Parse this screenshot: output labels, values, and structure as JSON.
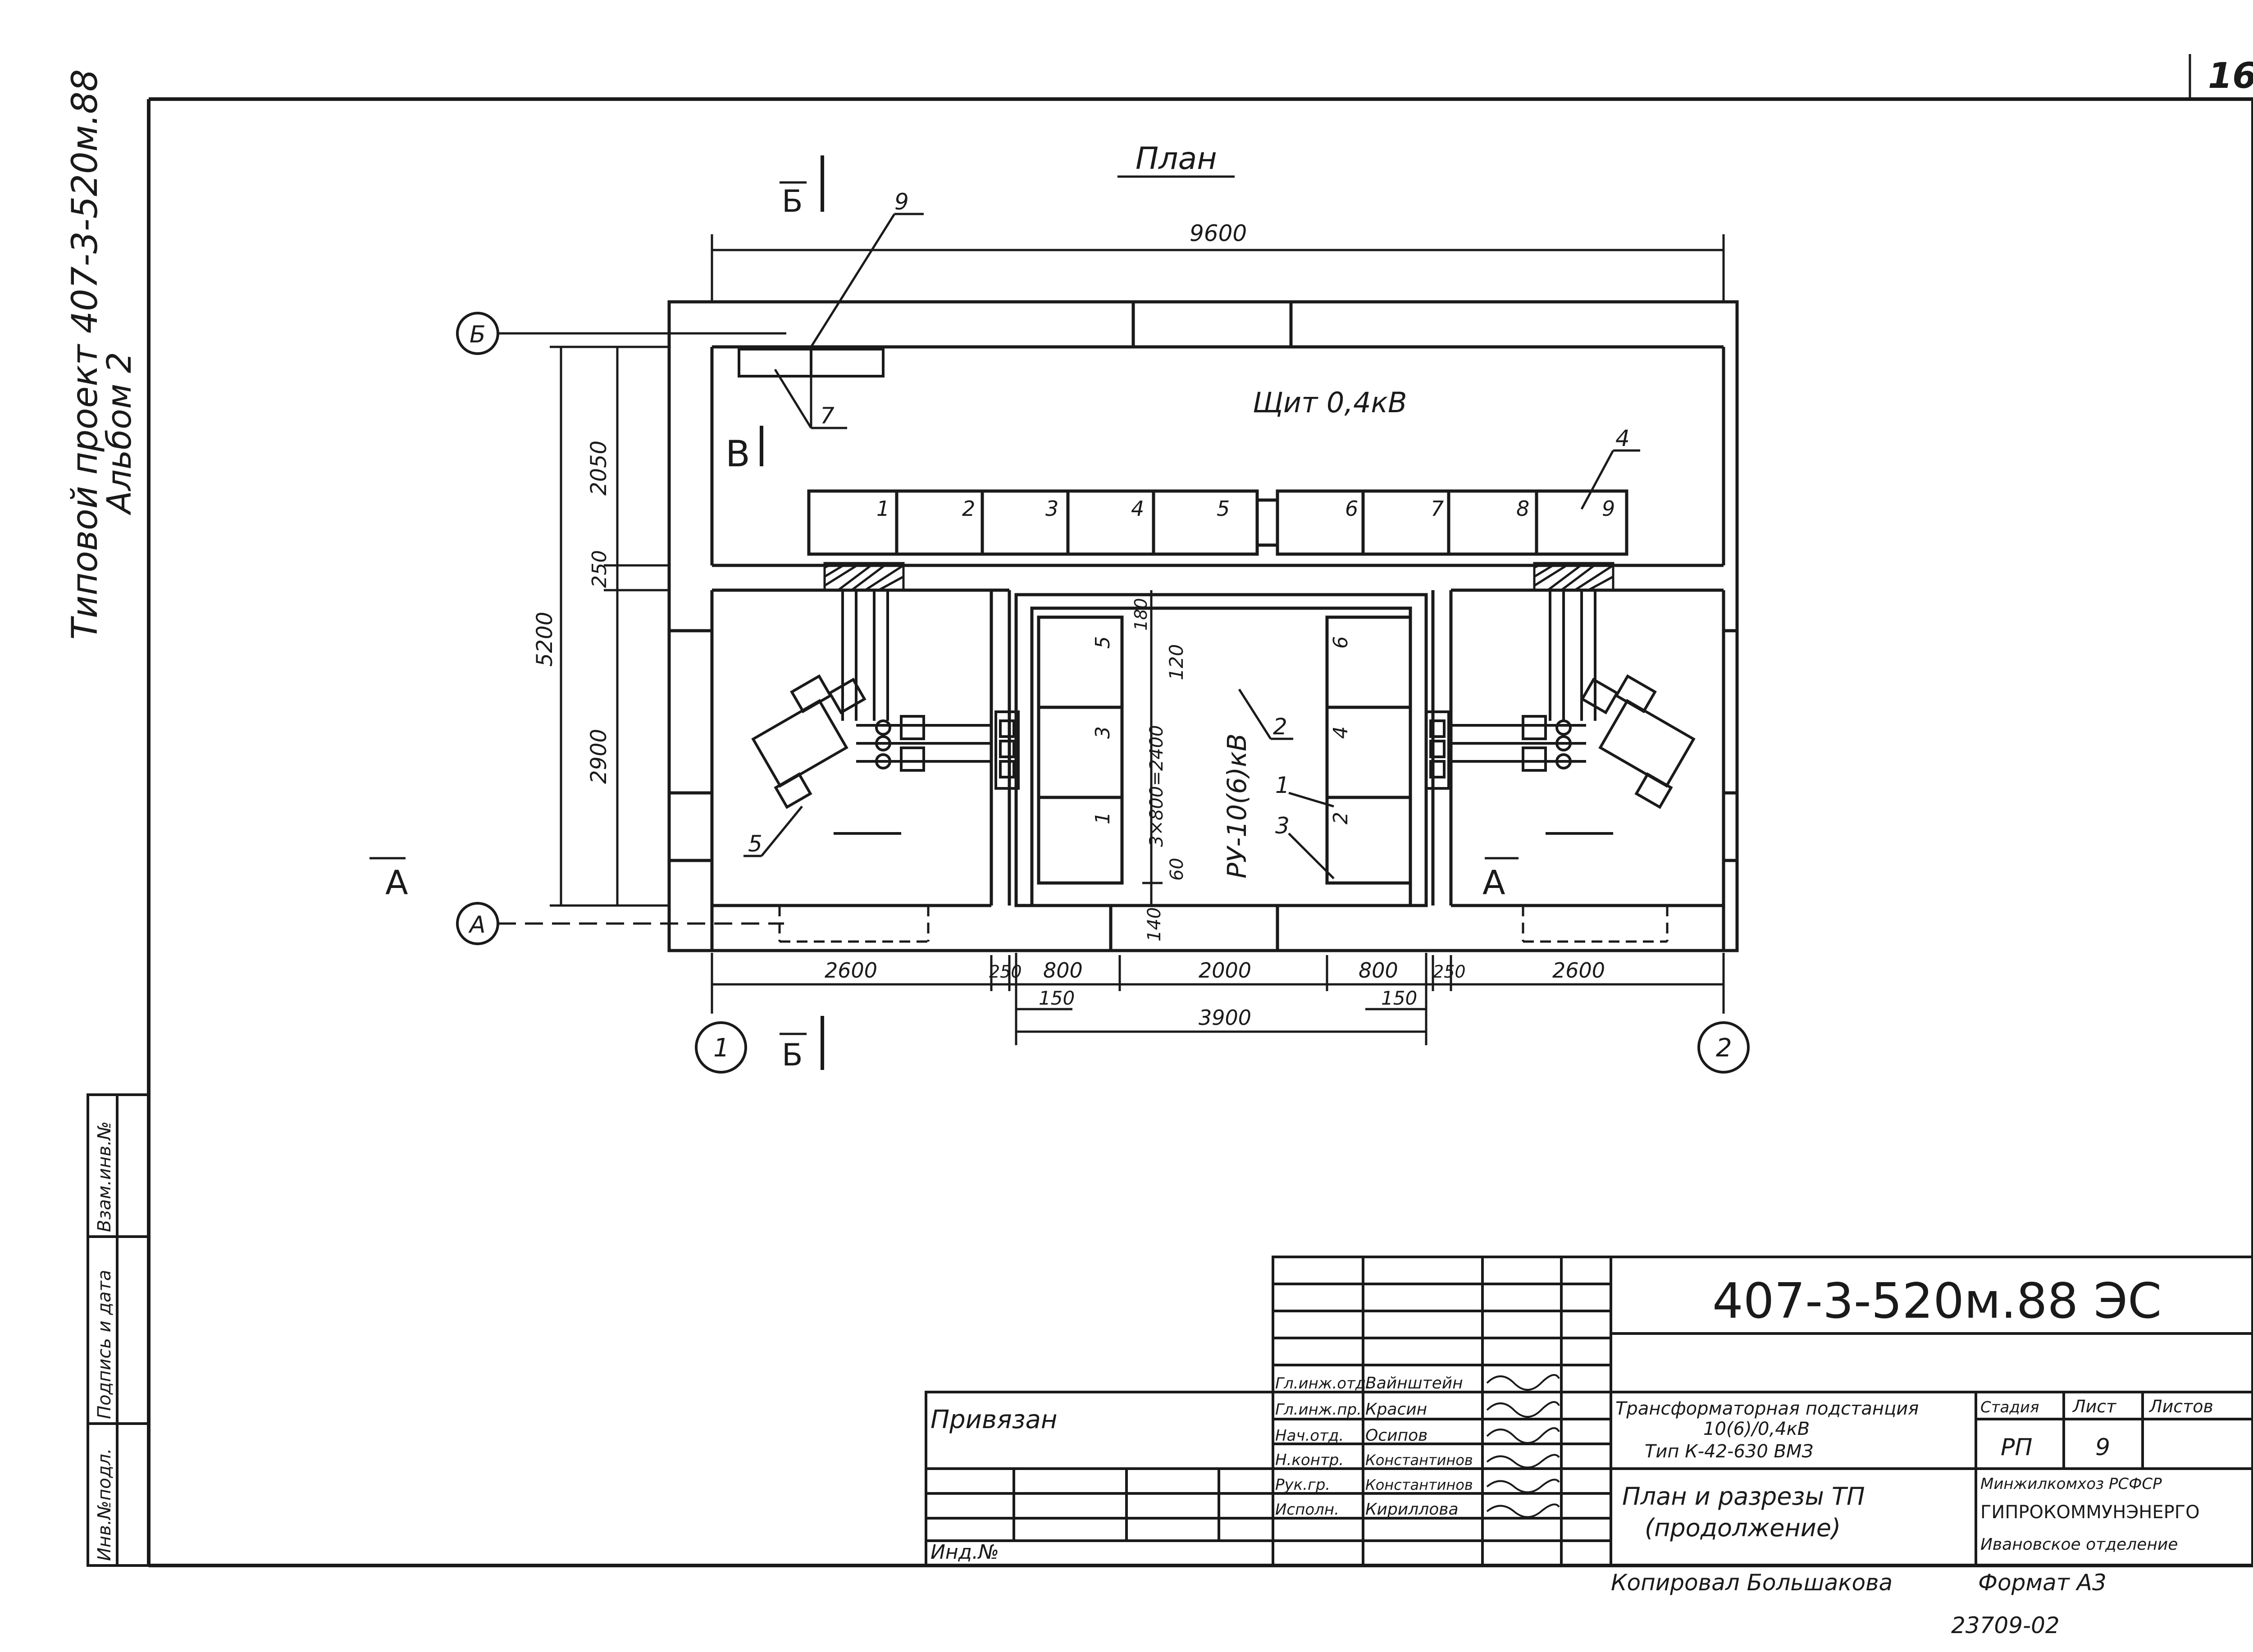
{
  "sheet": {
    "number": "16",
    "side_stamp_line1": "Типовой проект 407-3-520м.88",
    "side_stamp_line2": "Альбом 2",
    "side_stamp_boxes": [
      "Инв.№подл.",
      "Подпись и дата",
      "Взам.инв.№"
    ]
  },
  "plan": {
    "title": "План",
    "room_label": "Щит 0,4кВ",
    "ru_label": "РУ-10(6)кВ",
    "section_marks": {
      "b_top": "Б",
      "b_bottom": "Б",
      "v": "В",
      "a_left": "А",
      "a_right": "А"
    },
    "axes": {
      "b": "Б",
      "a": "А",
      "one": "1",
      "two": "2"
    },
    "panel_numbers": [
      "1",
      "2",
      "3",
      "4",
      "5",
      "6",
      "7",
      "8",
      "9"
    ],
    "cell_numbers_left": [
      "5",
      "3",
      "1"
    ],
    "cell_numbers_right": [
      "6",
      "4",
      "2"
    ],
    "callouts": {
      "c9": "9",
      "c7": "7",
      "c4": "4",
      "c5": "5",
      "c2": "2",
      "c1": "1",
      "c3": "3"
    },
    "dimensions": {
      "overall_width": "9600",
      "height_total": "5200",
      "h_2050": "2050",
      "h_250": "250",
      "h_2900": "2900",
      "d_180": "180",
      "d_120": "120",
      "d_cells": "3×800=2400",
      "d_60": "60",
      "d_140": "140",
      "bottom_row": [
        "2600",
        "250",
        "800",
        "2000",
        "800",
        "250",
        "2600"
      ],
      "d_150_left": "150",
      "d_150_right": "150",
      "d_3900": "3900"
    }
  },
  "title_block": {
    "code": "407-3-520м.88 ЭС",
    "bound": "Привязан",
    "inv": "Инд.№",
    "roles": [
      "Гл.инж.отд.",
      "Гл.инж.пр.",
      "Нач.отд.",
      "Н.контр.",
      "Рук.гр.",
      "Исполн."
    ],
    "names": [
      "Вайнштейн",
      "Красин",
      "Осипов",
      "Константинов",
      "Константинов",
      "Кириллова"
    ],
    "object_line1": "Трансформаторная подстанция",
    "object_line2": "10(6)/0,4кВ",
    "object_line3": "Тип К-42-630 ВМЗ",
    "sheet_title_line1": "План и разрезы ТП",
    "sheet_title_line2": "(продолжение)",
    "stage_header": "Стадия",
    "sheet_header": "Лист",
    "sheets_header": "Листов",
    "stage": "РП",
    "sheet_no": "9",
    "org_line1": "Минжилкомхоз РСФСР",
    "org_line2": "ГИПРОКОММУНЭНЕРГО",
    "org_line3": "Ивановское отделение",
    "copied": "Копировал Большакова",
    "format": "Формат А3",
    "archive_no": "23709-02"
  }
}
